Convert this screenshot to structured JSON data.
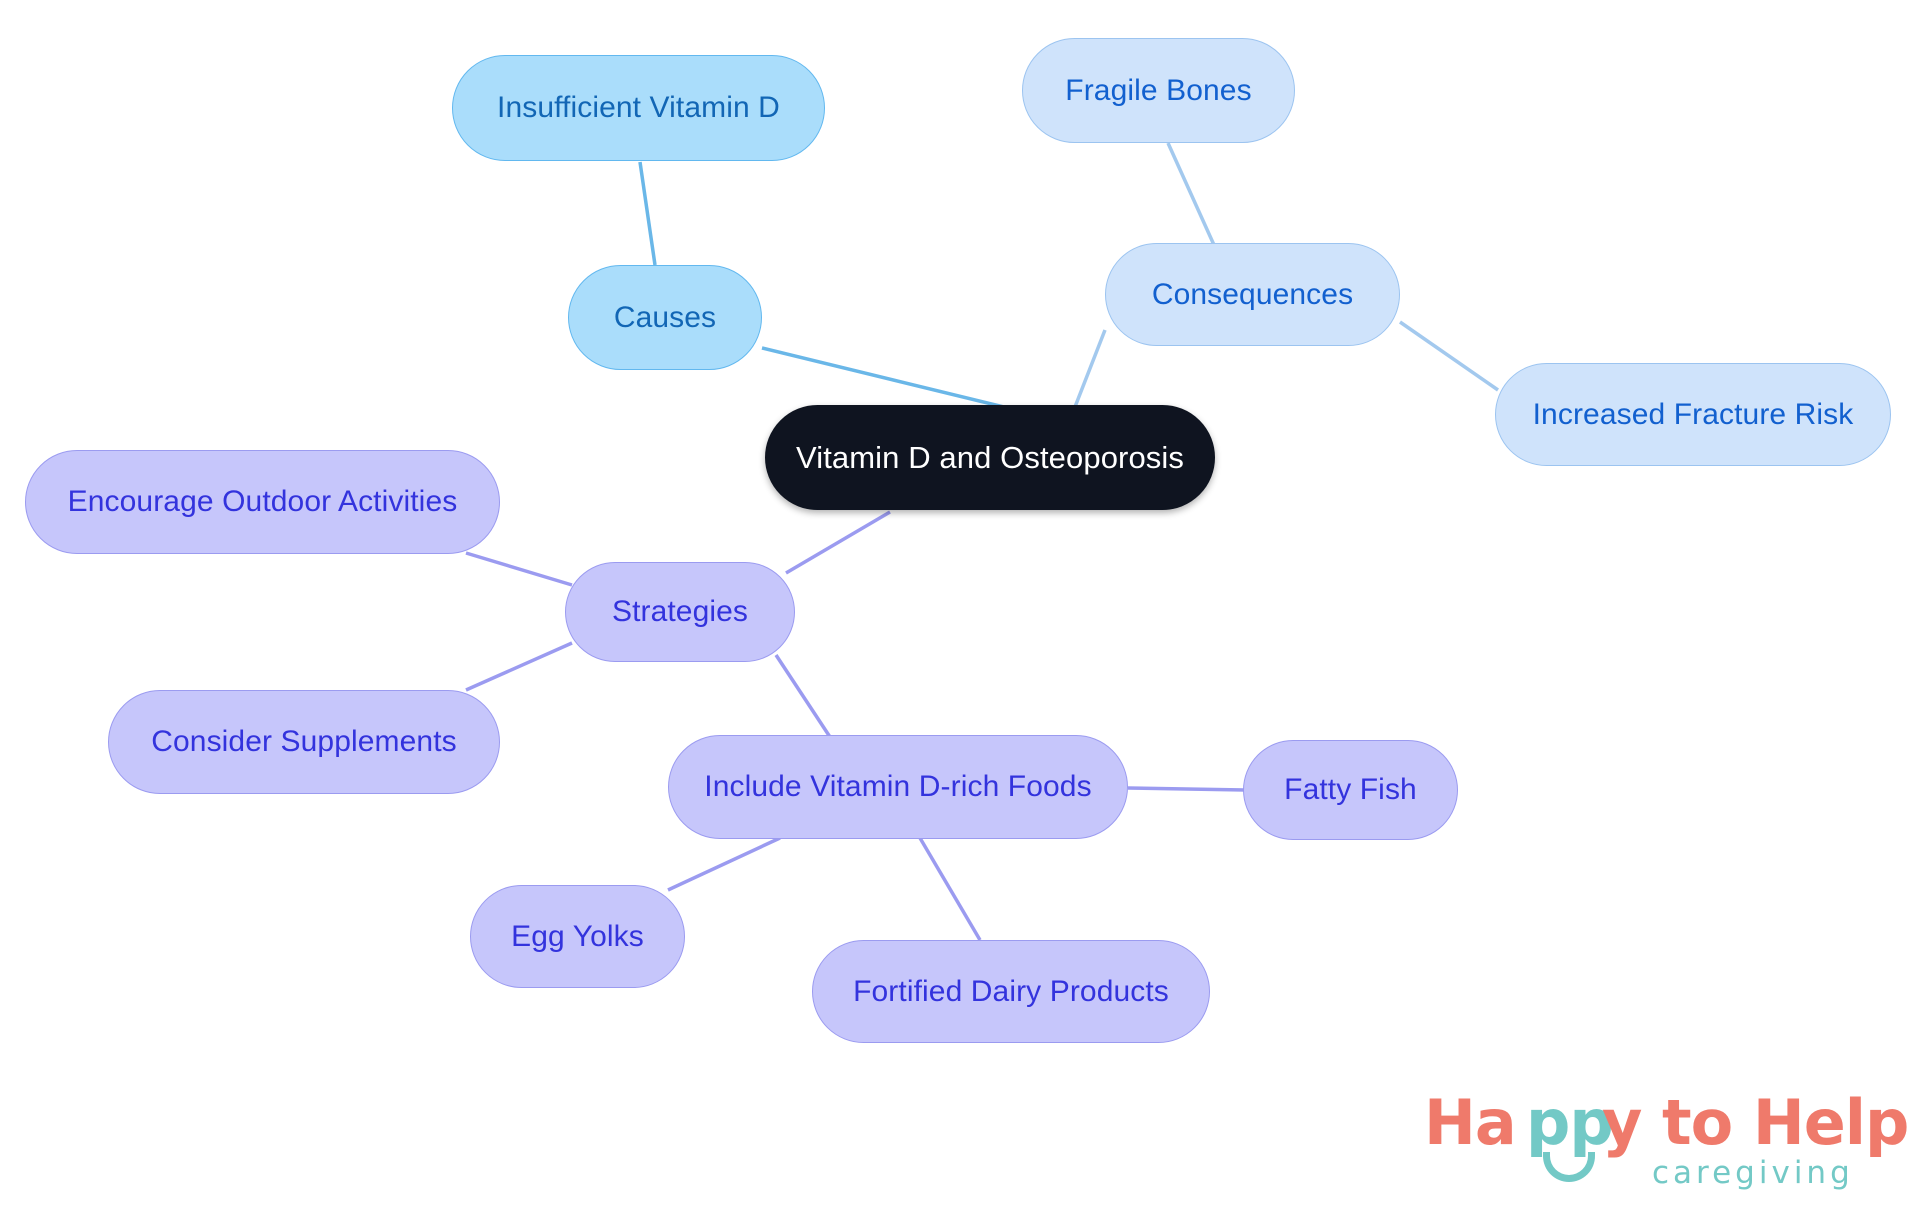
{
  "diagram": {
    "type": "mind-map",
    "title": "Vitamin D and Osteoporosis",
    "root": {
      "id": "root",
      "label": "Vitamin D and Osteoporosis",
      "color": "#0f1420",
      "text_color": "#ffffff"
    },
    "branches": [
      {
        "id": "causes",
        "label": "Causes",
        "color": "#aaddfb",
        "border": "#62b8ef",
        "text_color": "#1266b5",
        "children": [
          {
            "id": "insufficient-vitamin-d",
            "label": "Insufficient Vitamin D"
          }
        ]
      },
      {
        "id": "consequences",
        "label": "Consequences",
        "color": "#cfe3fb",
        "border": "#9cc4f0",
        "text_color": "#1260cf",
        "children": [
          {
            "id": "fragile-bones",
            "label": "Fragile Bones"
          },
          {
            "id": "increased-fracture-risk",
            "label": "Increased Fracture Risk"
          }
        ]
      },
      {
        "id": "strategies",
        "label": "Strategies",
        "color": "#c6c6fb",
        "border": "#9b9bf0",
        "text_color": "#3333dd",
        "children": [
          {
            "id": "encourage-outdoor-activities",
            "label": "Encourage Outdoor Activities"
          },
          {
            "id": "consider-supplements",
            "label": "Consider Supplements"
          },
          {
            "id": "include-vitamin-d-rich-foods",
            "label": "Include Vitamin D-rich Foods",
            "children": [
              {
                "id": "fatty-fish",
                "label": "Fatty Fish"
              },
              {
                "id": "egg-yolks",
                "label": "Egg Yolks"
              },
              {
                "id": "fortified-dairy-products",
                "label": "Fortified Dairy Products"
              }
            ]
          }
        ]
      }
    ]
  },
  "logo": {
    "word1": "Ha",
    "word2": "pp",
    "word3": "y to Help",
    "tagline": "caregiving",
    "primary_color": "#ef7a6b",
    "accent_color": "#73c9c6"
  }
}
